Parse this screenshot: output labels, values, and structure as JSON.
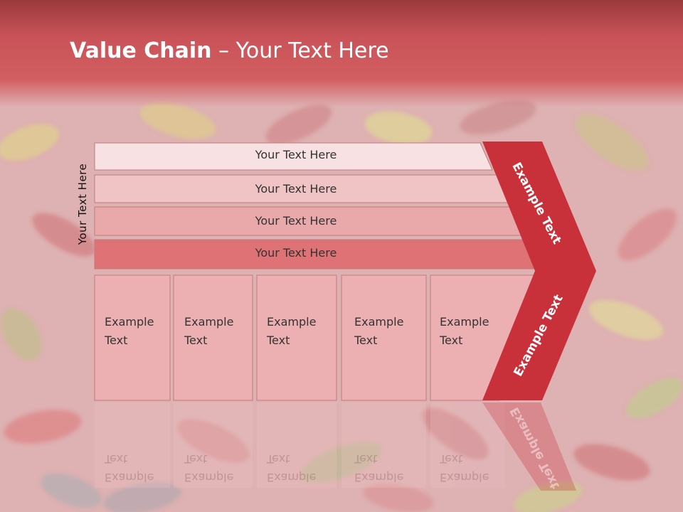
{
  "slide": {
    "title_bold": "Value Chain",
    "title_rest": " – Your Text Here",
    "side_label": "Your Text Here"
  },
  "bars": [
    {
      "label": "Your Text Here",
      "fill": "#f7e1e2"
    },
    {
      "label": "Your Text Here",
      "fill": "#f0c3c5"
    },
    {
      "label": "Your Text Here",
      "fill": "#e9a9ab"
    },
    {
      "label": "Your Text Here",
      "fill": "#de7275"
    }
  ],
  "columns": [
    {
      "label": "Example\nText"
    },
    {
      "label": "Example\nText"
    },
    {
      "label": "Example\nText"
    },
    {
      "label": "Example\nText"
    },
    {
      "label": "Example\nText"
    }
  ],
  "chevron": {
    "top_label": "Example Text",
    "bottom_label": "Example Text",
    "color": "#c8303a"
  },
  "colors": {
    "header": "#c95358",
    "column_fill": "#edb0b2"
  }
}
